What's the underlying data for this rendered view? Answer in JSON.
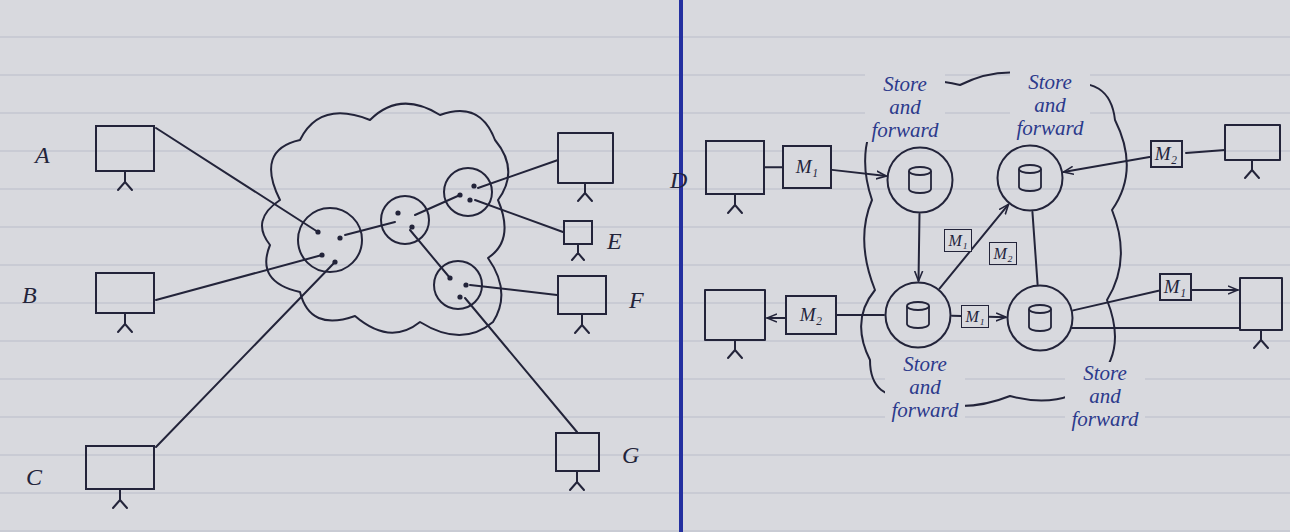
{
  "diagram": {
    "nodes": [
      {
        "text": [
          "A"
        ]
      },
      {
        "text": [
          "B"
        ]
      },
      {
        "text": [
          "C"
        ]
      },
      {
        "text": [
          "E"
        ]
      },
      {
        "text": [
          "F"
        ]
      },
      {
        "text": [
          "G"
        ]
      },
      {
        "text": [
          "D"
        ]
      },
      {
        "text": [
          "M₁"
        ]
      },
      {
        "text": [
          "Store and forward"
        ]
      },
      {
        "text": [
          "Store and forward"
        ]
      },
      {
        "text": [
          "M₂"
        ]
      },
      {
        "text": [
          "Store and forward"
        ]
      },
      {
        "text": [
          "Store and forward"
        ]
      },
      {
        "text": [
          "M₂"
        ]
      },
      {
        "text": [
          "M₁"
        ]
      }
    ],
    "edges": [
      {
        "from": 6,
        "to": 7,
        "arrow": "none"
      },
      {
        "from": 7,
        "to": 8,
        "arrow": "to"
      },
      {
        "from": 8,
        "to": 11,
        "label": "M₁",
        "arrow": "to"
      },
      {
        "from": 11,
        "to": 9,
        "label": "M₂",
        "arrow": "to"
      },
      {
        "from": 11,
        "to": 12,
        "label": "M₁",
        "arrow": "to"
      },
      {
        "from": 10,
        "to": 9,
        "arrow": "to"
      },
      {
        "from": 12,
        "to": 9,
        "arrow": "none"
      },
      {
        "from": 11,
        "to": 13,
        "arrow": "none"
      },
      {
        "from": 12,
        "to": 14,
        "arrow": "none"
      }
    ]
  }
}
